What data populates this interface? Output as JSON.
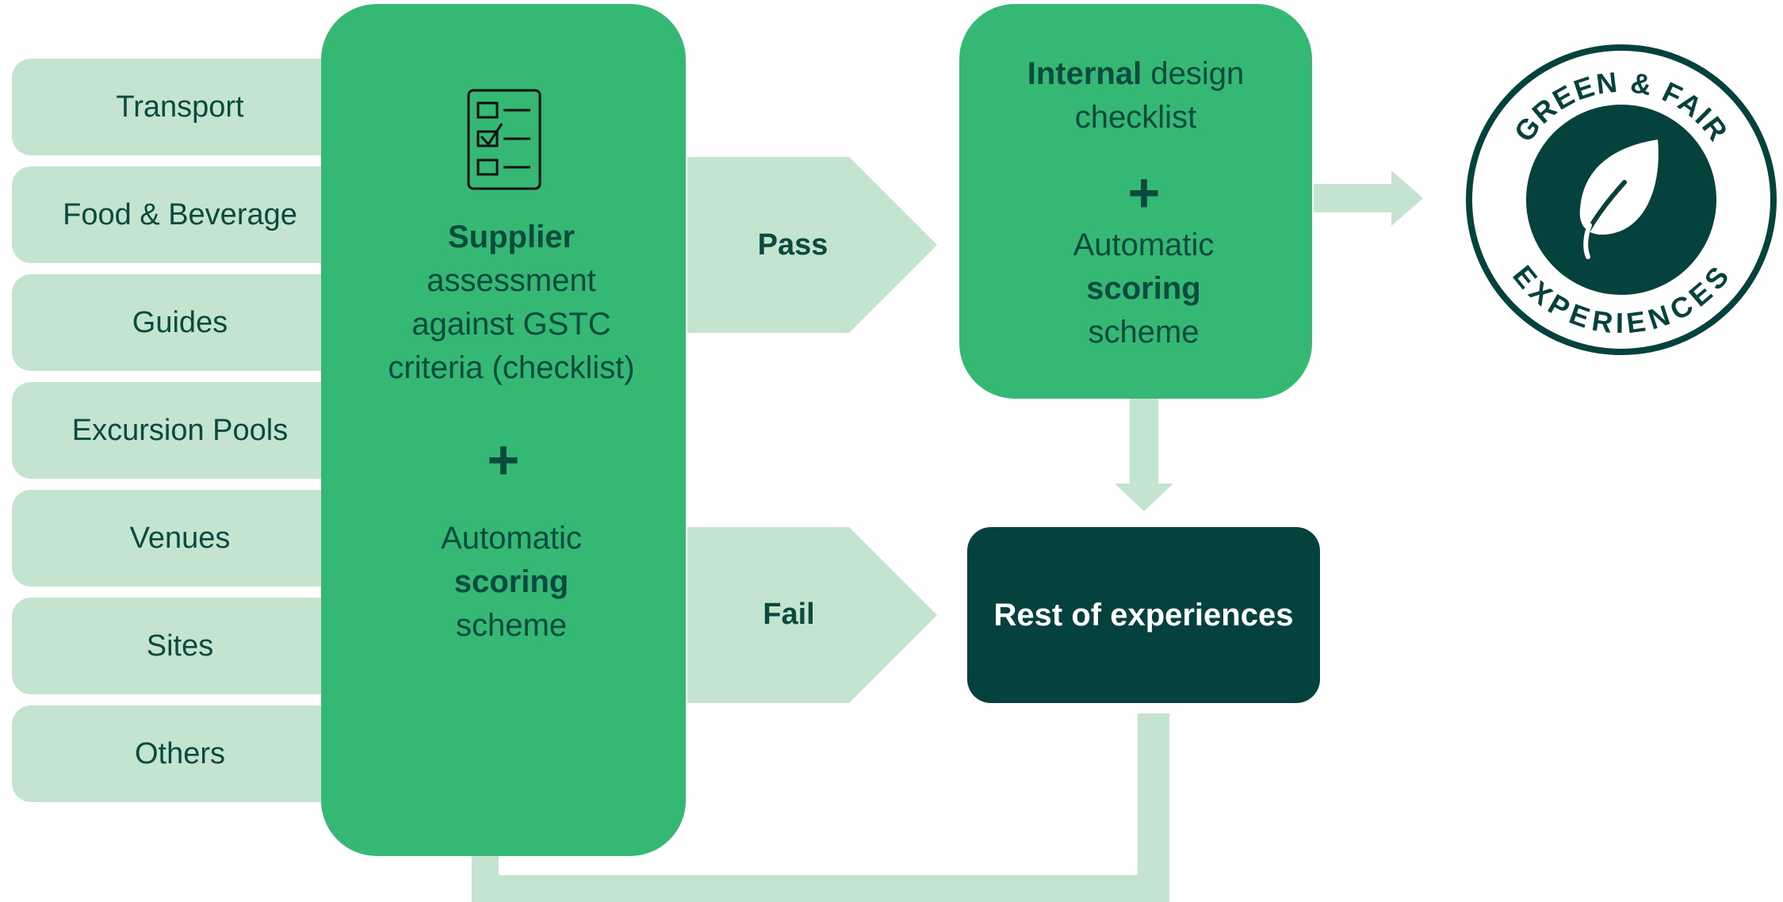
{
  "categories": [
    "Transport",
    "Food & Beverage",
    "Guides",
    "Excursion Pools",
    "Venues",
    "Sites",
    "Others"
  ],
  "supplier": {
    "bold": "Supplier",
    "line2": "assessment",
    "line3": "against GSTC",
    "line4": "criteria (checklist)",
    "plus": "+",
    "score_line1": "Automatic",
    "score_bold": "scoring",
    "score_line3": "scheme"
  },
  "flow": {
    "pass_label": "Pass",
    "fail_label": "Fail"
  },
  "internal": {
    "bold": "Internal",
    "rest_line1": "design",
    "line2": "checklist",
    "plus": "+",
    "score_line1": "Automatic",
    "score_bold": "scoring",
    "score_line3": "scheme"
  },
  "rest": {
    "label": "Rest of experiences"
  },
  "badge": {
    "top_text": "GREEN & FAIR",
    "bottom_text": "EXPERIENCES",
    "icon": "leaf-icon"
  },
  "colors": {
    "green": "#34b874",
    "light_green": "#c4e4cf",
    "dark_green": "#06423d",
    "text": "#0b4a3f"
  }
}
